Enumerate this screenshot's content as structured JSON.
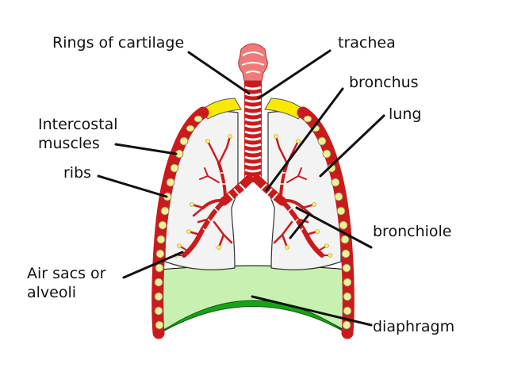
{
  "labels": {
    "rings_of_cartilage": "Rings of cartilage",
    "trachea": "trachea",
    "bronchus": "bronchus",
    "lung": "lung",
    "intercostal_line1": "Intercostal",
    "intercostal_line2": "muscles",
    "ribs": "ribs",
    "bronchiole": "bronchiole",
    "air_sacs_line1": "Air sacs or",
    "air_sacs_line2": "alveoli",
    "diaphragm": "diaphragm"
  },
  "colors": {
    "tissue_red": "#cc1a1a",
    "cartilage_white": "#ffffff",
    "rib_yellow": "#f2f08c",
    "collarbone_yellow": "#f7ea00",
    "lung_fill": "#f3f3f3",
    "diaphragm_green": "#17a317",
    "pleural_cavity_green": "#c8f0b0",
    "larynx_pink": "#f07a7a",
    "leader_line": "#111111"
  }
}
